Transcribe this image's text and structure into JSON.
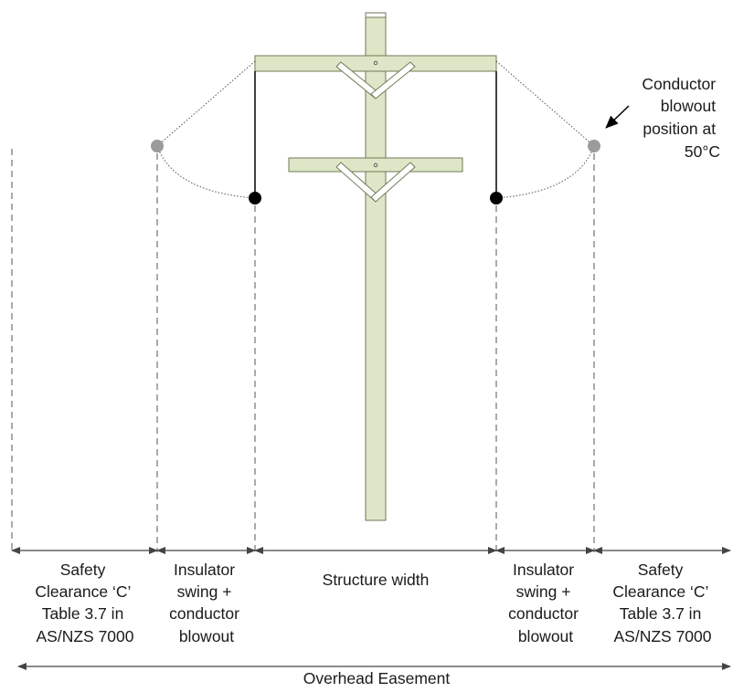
{
  "annotation": {
    "lines": [
      "Conductor",
      "blowout",
      "position at",
      "50°C"
    ]
  },
  "zones": [
    {
      "id": "safety-clearance-left",
      "lines": [
        "Safety",
        "Clearance ‘C’",
        "Table 3.7 in",
        "AS/NZS 7000"
      ]
    },
    {
      "id": "insulator-swing-left",
      "lines": [
        "Insulator",
        "swing +",
        "conductor",
        "blowout"
      ]
    },
    {
      "id": "structure-width",
      "lines": [
        "Structure width"
      ]
    },
    {
      "id": "insulator-swing-right",
      "lines": [
        "Insulator",
        "swing +",
        "conductor",
        "blowout"
      ]
    },
    {
      "id": "safety-clearance-right",
      "lines": [
        "Safety",
        "Clearance ‘C’",
        "Table 3.7 in",
        "AS/NZS 7000"
      ]
    }
  ],
  "total": {
    "label": "Overhead Easement"
  },
  "colors": {
    "pole_fill": "#dde6c6",
    "pole_stroke": "#6e7a55",
    "insulator_fill": "#ffffff",
    "conductor_rest": "#000000",
    "conductor_blowout": "#9b9b9b",
    "line": "#444444"
  }
}
